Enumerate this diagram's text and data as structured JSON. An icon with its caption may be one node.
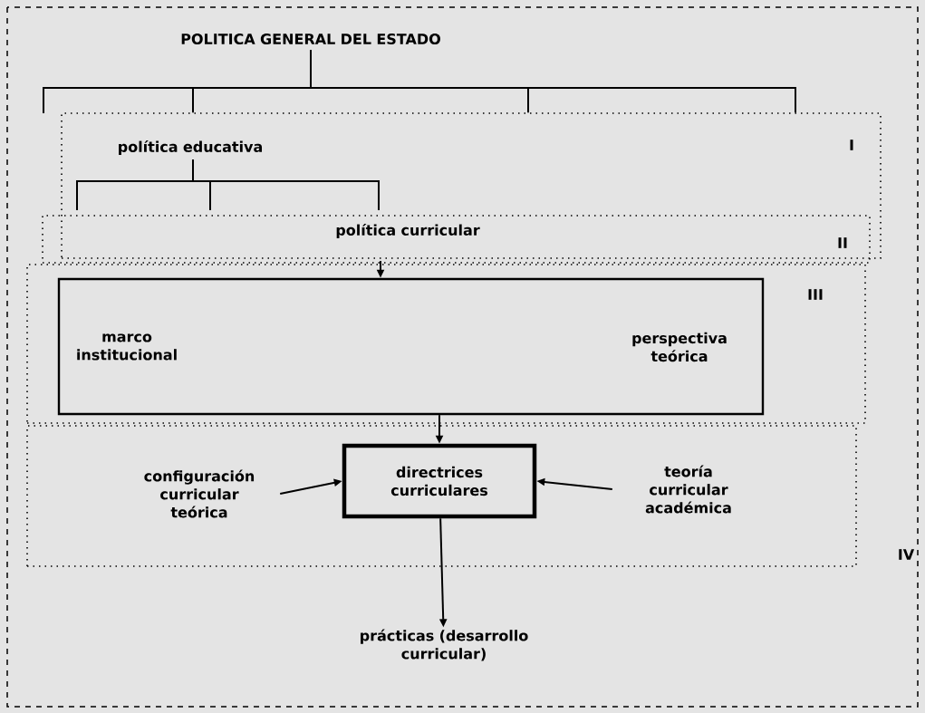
{
  "diagram": {
    "nodes": [
      {
        "text": [
          "POLITICA GENERAL DEL ESTADO"
        ]
      },
      {
        "text": [
          "política educativa",
          "I"
        ]
      },
      {
        "text": [
          "política curricular",
          "II"
        ]
      },
      {
        "text": [
          "III"
        ]
      },
      {
        "text": [
          "marco institucional",
          "perspectiva teórica"
        ],
        "in": 3
      },
      {
        "text": [
          "IV"
        ]
      },
      {
        "text": [
          "directrices curriculares"
        ],
        "in": 5
      },
      {
        "text": [
          "configuración curricular teórica"
        ],
        "in": 5
      },
      {
        "text": [
          "teoría curricular académica"
        ],
        "in": 5
      },
      {
        "text": [
          "prácticas (desarrollo curricular)"
        ]
      }
    ],
    "edges": [
      {
        "from": 0,
        "to": null,
        "arrow": "none"
      },
      {
        "from": 0,
        "to": 1,
        "arrow": "none"
      },
      {
        "from": 0,
        "to": 1,
        "arrow": "none"
      },
      {
        "from": 0,
        "to": 1,
        "arrow": "none"
      },
      {
        "from": 1,
        "to": null,
        "arrow": "none"
      },
      {
        "from": 1,
        "to": null,
        "arrow": "none"
      },
      {
        "from": 1,
        "to": null,
        "arrow": "none"
      },
      {
        "from": 2,
        "to": 4,
        "arrow": "to"
      },
      {
        "from": 4,
        "to": 6,
        "arrow": "to"
      },
      {
        "from": 7,
        "to": 6,
        "arrow": "to"
      },
      {
        "from": 8,
        "to": 6,
        "arrow": "to"
      },
      {
        "from": 6,
        "to": 9,
        "arrow": "to"
      }
    ]
  }
}
